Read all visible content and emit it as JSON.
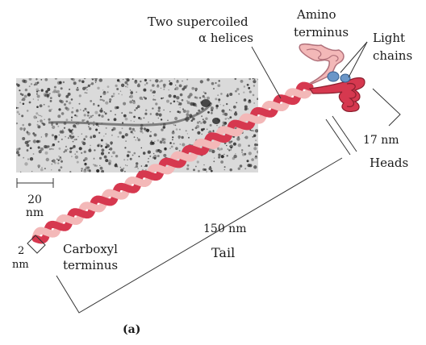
{
  "figure": {
    "panel_label": "(a)",
    "micrograph": {
      "scale_value": "20",
      "scale_unit": "nm"
    },
    "labels": {
      "helices_line1": "Two supercoiled",
      "helices_line2": "α helices",
      "amino_line1": "Amino",
      "amino_line2": "terminus",
      "light_line1": "Light",
      "light_line2": "chains",
      "heads_size": "17 nm",
      "heads": "Heads",
      "tail_length": "150 nm",
      "tail": "Tail",
      "carboxyl_line1": "Carboxyl",
      "carboxyl_line2": "terminus",
      "width_value": "2",
      "width_unit": "nm"
    },
    "colors": {
      "helix_dark": "#d6384f",
      "helix_light": "#f3b8b8",
      "light_chain": "#6a96c8",
      "micrograph_bg": "#d9d9d9",
      "micrograph_dot": "#2b2b2b"
    }
  }
}
